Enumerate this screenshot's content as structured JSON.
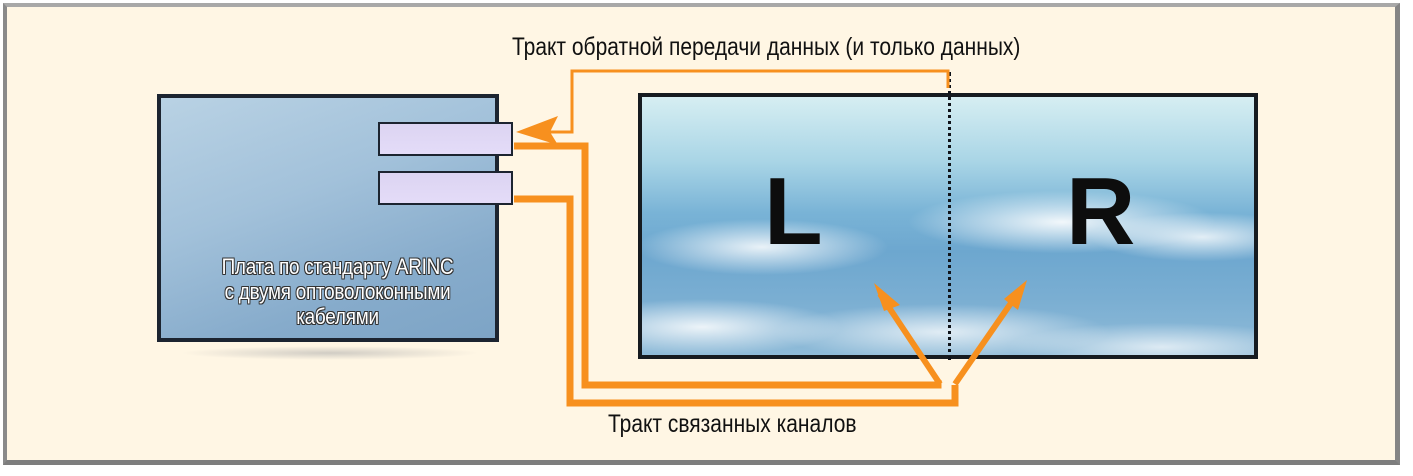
{
  "diagram": {
    "type": "block-diagram",
    "background_color": "#fff6e4",
    "line_color": "#f7901e",
    "captions": {
      "return_path": "Тракт обратной передачи данных (и только данных)",
      "linked_channels": "Тракт связанных каналов"
    },
    "board": {
      "label_line1": "Плата по стандарту ARINC",
      "label_line2": "с двумя оптоволоконными",
      "label_line3": "кабелями",
      "ports": [
        "port-1",
        "port-2"
      ]
    },
    "display": {
      "left_label": "L",
      "right_label": "R",
      "divider_style": "dotted"
    },
    "connections": [
      {
        "from": "display-divider-top",
        "to": "board-port-1",
        "kind": "return data path (thin, arrow into port)"
      },
      {
        "from": "board-port-1",
        "to": "display-right-half",
        "kind": "linked channel (thick arrow)"
      },
      {
        "from": "board-port-2",
        "to": "display-left-half",
        "kind": "linked channel (thick arrow)"
      }
    ]
  }
}
